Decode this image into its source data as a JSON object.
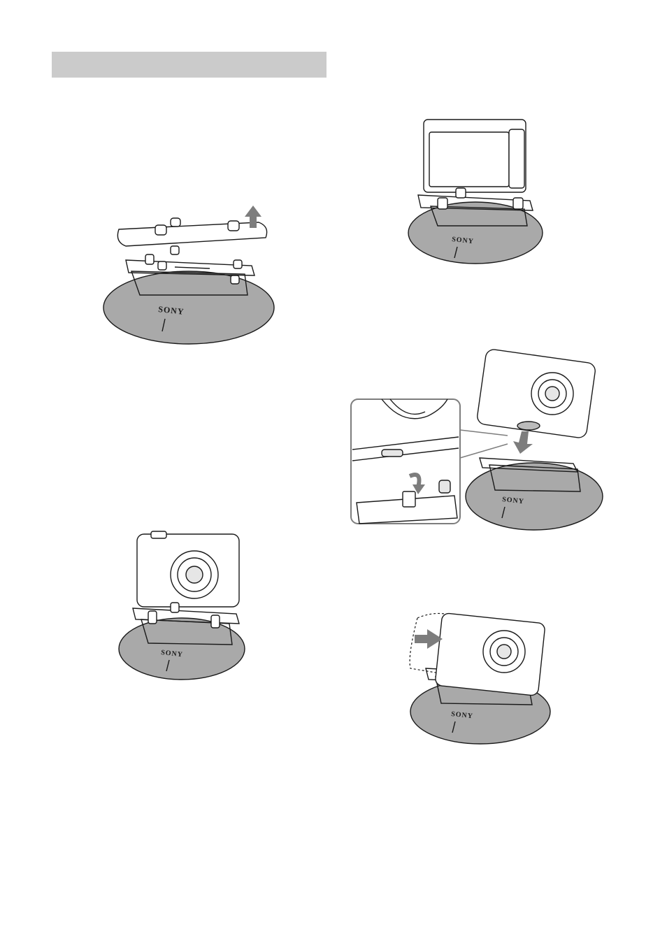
{
  "page": {
    "section_header_text": "",
    "colors": {
      "header_bar": "#cbcbcb",
      "stand_base": "#a9a9a9",
      "arrow": "#7d7d7d",
      "ink": "#1a1a1a"
    }
  },
  "figures": [
    {
      "name": "remove-cap",
      "brand": "SONY",
      "icon": "arrow-up-icon"
    },
    {
      "name": "camera-upright",
      "brand": "SONY"
    },
    {
      "name": "camera-lowered-with-inset",
      "brand": "SONY",
      "icon": "arrow-down-icon"
    },
    {
      "name": "camera-front-on-stand",
      "brand": "SONY"
    },
    {
      "name": "camera-slide-in",
      "brand": "SONY",
      "icon": "arrow-right-icon"
    }
  ]
}
